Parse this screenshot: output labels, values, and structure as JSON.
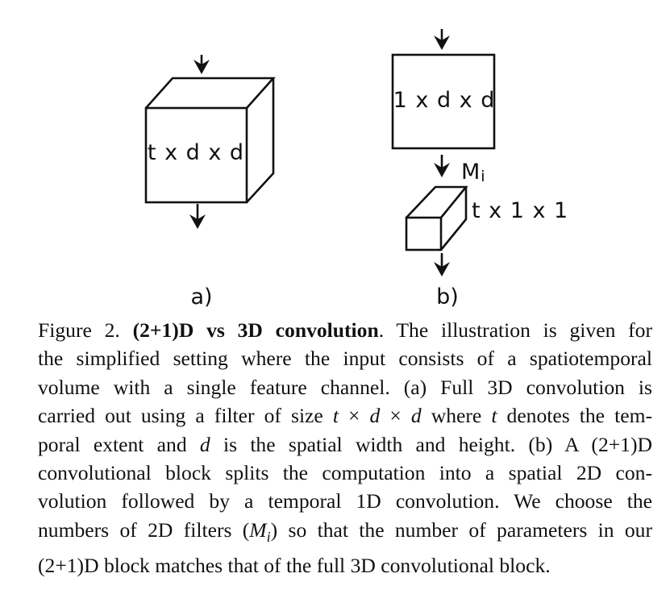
{
  "figure": {
    "panel_a": {
      "cube_label": "t x d x d",
      "panel_label": "a)"
    },
    "panel_b": {
      "square_label": "1 x d x d",
      "filters_label_main": "M",
      "filters_label_sub": "i",
      "box_label": "t x 1 x 1",
      "panel_label": "b)"
    }
  },
  "caption": {
    "prefix": "Figure 2. ",
    "title": "(2+1)D vs 3D convolution",
    "l1_rest": ". The illustration is given for",
    "l2": "the simplified setting where the input consists of a spatiotemporal",
    "l3": "volume with a single feature channel. (a) Full 3D convolution is",
    "l4_a": "carried out using a filter of size ",
    "l4_t": "t",
    "l4_x1": " × ",
    "l4_d1": "d",
    "l4_x2": " × ",
    "l4_d2": "d",
    "l4_b": " where ",
    "l4_t2": "t",
    "l4_c": " denotes the tem-",
    "l5_a": "poral extent and ",
    "l5_d": "d",
    "l5_b": " is the spatial width and height. (b) A (2+1)D",
    "l6": "convolutional block splits the computation into a spatial 2D con-",
    "l7": "volution followed by a temporal 1D convolution. We choose the",
    "l8_a": "numbers of 2D filters (",
    "l8_M": "M",
    "l8_i": "i",
    "l8_b": ") so that the number of parameters in our",
    "l9": "(2+1)D block matches that of the full 3D convolutional block."
  }
}
